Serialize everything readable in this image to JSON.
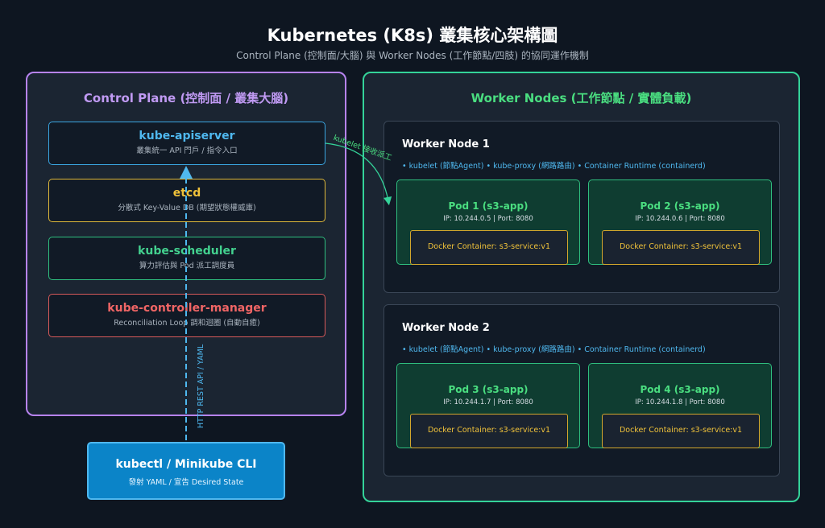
{
  "header": {
    "title": "Kubernetes (K8s) 叢集核心架構圖",
    "subtitle": "Control Plane (控制面/大腦) 與 Worker Nodes (工作節點/四肢) 的協同運作機制"
  },
  "control_plane": {
    "title": "Control Plane (控制面 / 叢集大腦)",
    "components": [
      {
        "name": "kube-apiserver",
        "desc": "叢集統一 API 門戶 / 指令入口"
      },
      {
        "name": "etcd",
        "desc": "分散式 Key-Value DB (期望狀態權威庫)"
      },
      {
        "name": "kube-scheduler",
        "desc": "算力評估與 Pod 派工調度員"
      },
      {
        "name": "kube-controller-manager",
        "desc": "Reconciliation Loop 調和迴圈 (自動自癒)"
      }
    ]
  },
  "worker_nodes": {
    "title": "Worker Nodes (工作節點 / 實體負載)",
    "nodes": [
      {
        "title": "Worker Node 1",
        "agents": "• kubelet (節點Agent)  • kube-proxy (網路路由)  • Container Runtime (containerd)",
        "pods": [
          {
            "name": "Pod 1 (s3-app)",
            "ip": "IP: 10.244.0.5 | Port: 8080",
            "container": "Docker Container: s3-service:v1"
          },
          {
            "name": "Pod 2 (s3-app)",
            "ip": "IP: 10.244.0.6 | Port: 8080",
            "container": "Docker Container: s3-service:v1"
          }
        ]
      },
      {
        "title": "Worker Node 2",
        "agents": "• kubelet (節點Agent)  • kube-proxy (網路路由)  • Container Runtime (containerd)",
        "pods": [
          {
            "name": "Pod 3 (s3-app)",
            "ip": "IP: 10.244.1.7 | Port: 8080",
            "container": "Docker Container: s3-service:v1"
          },
          {
            "name": "Pod 4 (s3-app)",
            "ip": "IP: 10.244.1.8 | Port: 8080",
            "container": "Docker Container: s3-service:v1"
          }
        ]
      }
    ]
  },
  "cli": {
    "name": "kubectl / Minikube CLI",
    "desc": "發射 YAML / 宣告 Desired State"
  },
  "connections": {
    "cli_to_api_label": "HTTP REST API / YAML",
    "api_to_kubelet_label": "kubelet 接收派工"
  },
  "colors": {
    "control_plane_border": "#b783f0",
    "worker_border": "#34d399",
    "apiserver": "#4fb8ef",
    "etcd": "#f0c23a",
    "scheduler": "#43d18f",
    "controller_manager": "#f06565",
    "cli_fill": "#0b84c8"
  }
}
